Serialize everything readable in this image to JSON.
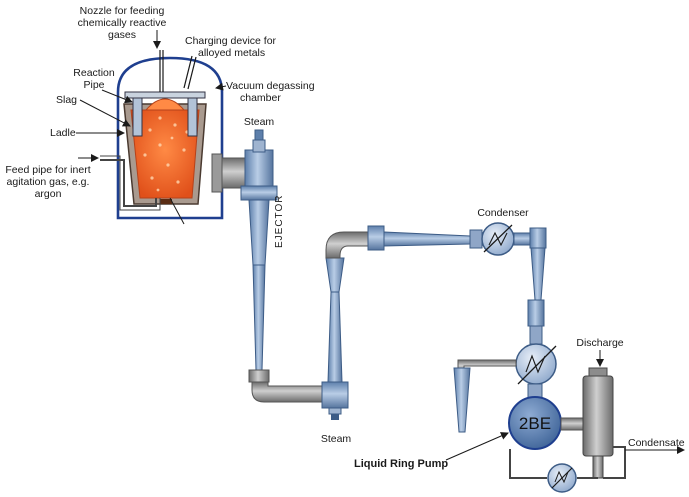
{
  "labels": {
    "nozzle": [
      "Nozzle for feeding",
      "chemically reactive",
      "gases"
    ],
    "charging": [
      "Charging device for",
      "alloyed metals"
    ],
    "reaction_pipe": [
      "Reaction",
      "Pipe"
    ],
    "vacuum_chamber": [
      "Vacuum degassing",
      "chamber"
    ],
    "slag": "Slag",
    "ladle": "Ladle",
    "feed_pipe": [
      "Feed pipe for inert",
      "agitation gas, e.g.",
      "argon"
    ],
    "steam_top": "Steam",
    "ejector": "EJECTOR",
    "condenser": "Condenser",
    "discharge": "Discharge",
    "pump_code": "2BE",
    "condensate": "Condensate",
    "steam_bottom": "Steam",
    "liquid_ring_pump": "Liquid Ring Pump"
  },
  "colors": {
    "pipe_fill": "#7d9cc4",
    "pipe_light": "#a9c0de",
    "pipe_dark": "#3d5c86",
    "gray_pipe": "#8c8c8c",
    "molten_metal": "#f06a2a",
    "vessel_line": "#1f3f8f",
    "pump_body": "#5b80b6"
  }
}
